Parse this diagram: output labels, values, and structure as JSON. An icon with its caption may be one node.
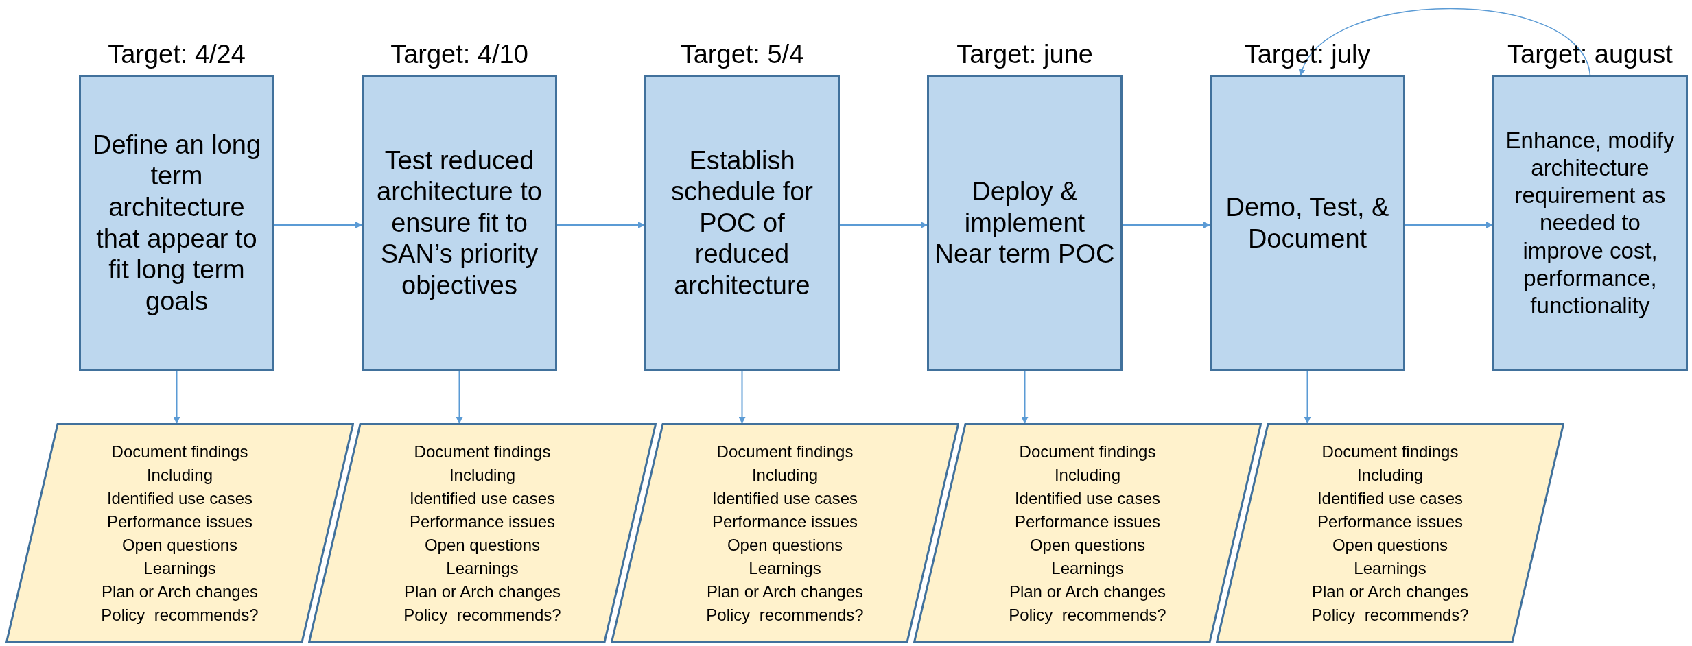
{
  "diagram": {
    "nodes": [
      {
        "text": [
          "Target: 4/24",
          "Define an long term architecture that appear to fit long term goals"
        ]
      },
      {
        "text": [
          "Target: 4/10",
          "Test reduced architecture to ensure fit to SAN’s priority objectives"
        ]
      },
      {
        "text": [
          "Target: 5/4",
          "Establish schedule for POC of reduced architecture"
        ]
      },
      {
        "text": [
          "Target: june",
          "Deploy & implement Near term POC"
        ]
      },
      {
        "text": [
          "Target: july",
          "Demo, Test, & Document"
        ]
      },
      {
        "text": [
          "Target: august",
          "Enhance, modify architecture requirement as needed to improve cost, performance, functionality"
        ]
      },
      {
        "text": [
          "Document findings",
          "Including",
          "Identified use cases",
          "Performance issues",
          "Open questions",
          "Learnings",
          "Plan or Arch changes",
          "Policy  recommends?"
        ]
      },
      {
        "text": [
          "Document findings",
          "Including",
          "Identified use cases",
          "Performance issues",
          "Open questions",
          "Learnings",
          "Plan or Arch changes",
          "Policy  recommends?"
        ]
      },
      {
        "text": [
          "Document findings",
          "Including",
          "Identified use cases",
          "Performance issues",
          "Open questions",
          "Learnings",
          "Plan or Arch changes",
          "Policy  recommends?"
        ]
      },
      {
        "text": [
          "Document findings",
          "Including",
          "Identified use cases",
          "Performance issues",
          "Open questions",
          "Learnings",
          "Plan or Arch changes",
          "Policy  recommends?"
        ]
      },
      {
        "text": [
          "Document findings",
          "Including",
          "Identified use cases",
          "Performance issues",
          "Open questions",
          "Learnings",
          "Plan or Arch changes",
          "Policy  recommends?"
        ]
      }
    ],
    "edges": [
      {
        "from": 0,
        "to": 1,
        "arrow": "to"
      },
      {
        "from": 1,
        "to": 2,
        "arrow": "to"
      },
      {
        "from": 2,
        "to": 3,
        "arrow": "to"
      },
      {
        "from": 3,
        "to": 4,
        "arrow": "to"
      },
      {
        "from": 4,
        "to": 5,
        "arrow": "to"
      },
      {
        "from": 0,
        "to": 6,
        "arrow": "to"
      },
      {
        "from": 1,
        "to": 7,
        "arrow": "to"
      },
      {
        "from": 2,
        "to": 8,
        "arrow": "to"
      },
      {
        "from": 3,
        "to": 9,
        "arrow": "to"
      },
      {
        "from": 4,
        "to": 10,
        "arrow": "to"
      },
      {
        "from": 5,
        "to": 4,
        "arrow": "to"
      }
    ]
  }
}
